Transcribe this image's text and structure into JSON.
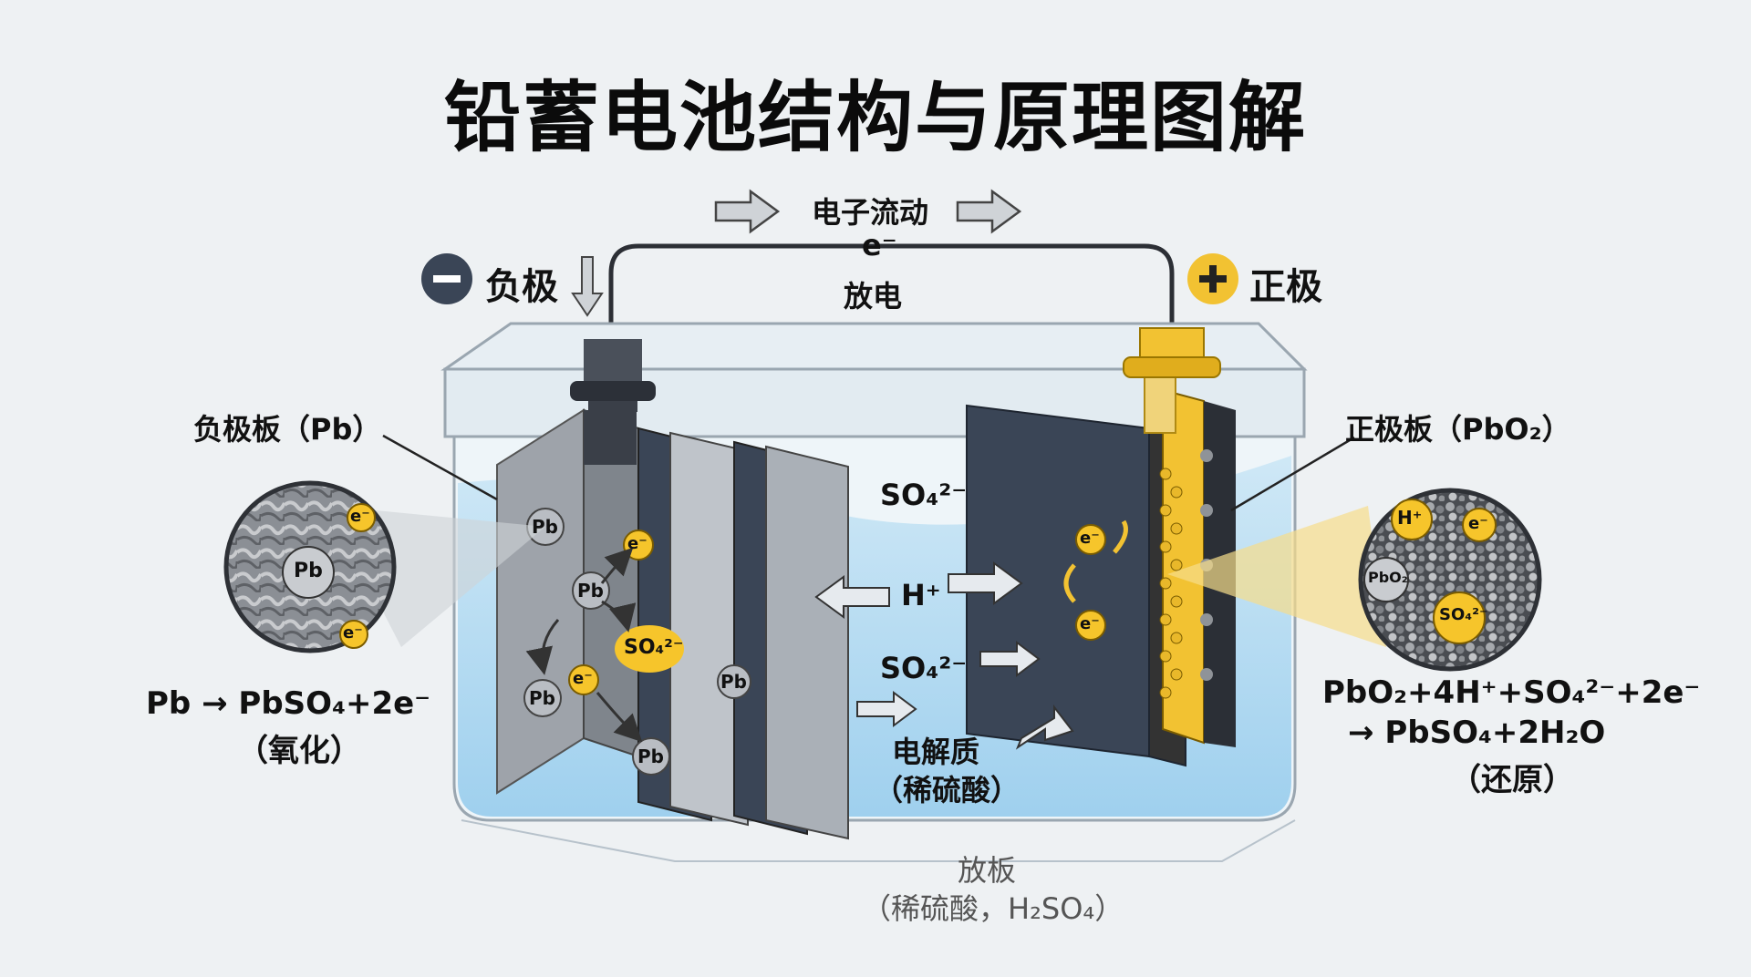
{
  "title": "铅蓄电池结构与原理图解",
  "top": {
    "electron_flow": "电子流动",
    "electron": "e⁻",
    "discharge": "放电"
  },
  "terminals": {
    "negative_sign": "−",
    "negative": "负极",
    "positive_sign": "+",
    "positive": "正极"
  },
  "negative_side": {
    "plate_label": "负极板（Pb）",
    "zoom": {
      "center": "Pb",
      "e1": "e⁻",
      "e2": "e⁻"
    },
    "particles": [
      "Pb",
      "Pb",
      "Pb",
      "Pb",
      "Pb"
    ],
    "electrons": [
      "e⁻",
      "e⁻"
    ],
    "sulfate": "SO₄²⁻",
    "equation": "Pb → PbSO₄+2e⁻",
    "reaction": "（氧化）"
  },
  "electrolyte": {
    "ion_so4_top": "SO₄²⁻",
    "ion_h": "H⁺",
    "ion_so4_mid": "SO₄²⁻",
    "label": "电解质",
    "label_sub": "（稀硫酸）",
    "plate_bottom": "放板",
    "plate_bottom_sub": "（稀硫酸，H₂SO₄）"
  },
  "positive_side": {
    "plate_label": "正极板（PbO₂）",
    "electrons": [
      "e⁻",
      "e⁻"
    ],
    "zoom": {
      "h": "H⁺",
      "e": "e⁻",
      "pbo2": "PbO₂",
      "so4": "SO₄²⁻"
    },
    "equation_1": "PbO₂+4H⁺+SO₄²⁻+2e⁻",
    "equation_2": "→ PbSO₄+2H₂O",
    "reaction": "（还原）"
  },
  "colors": {
    "background": "#eef1f3",
    "electrolyte": "#bfe0f3",
    "negative_terminal": "#3a3f48",
    "positive_terminal": "#f2c232",
    "electron": "#f6c52b",
    "particle": "#b9bdc3",
    "plate_dark": "#3a4556"
  }
}
